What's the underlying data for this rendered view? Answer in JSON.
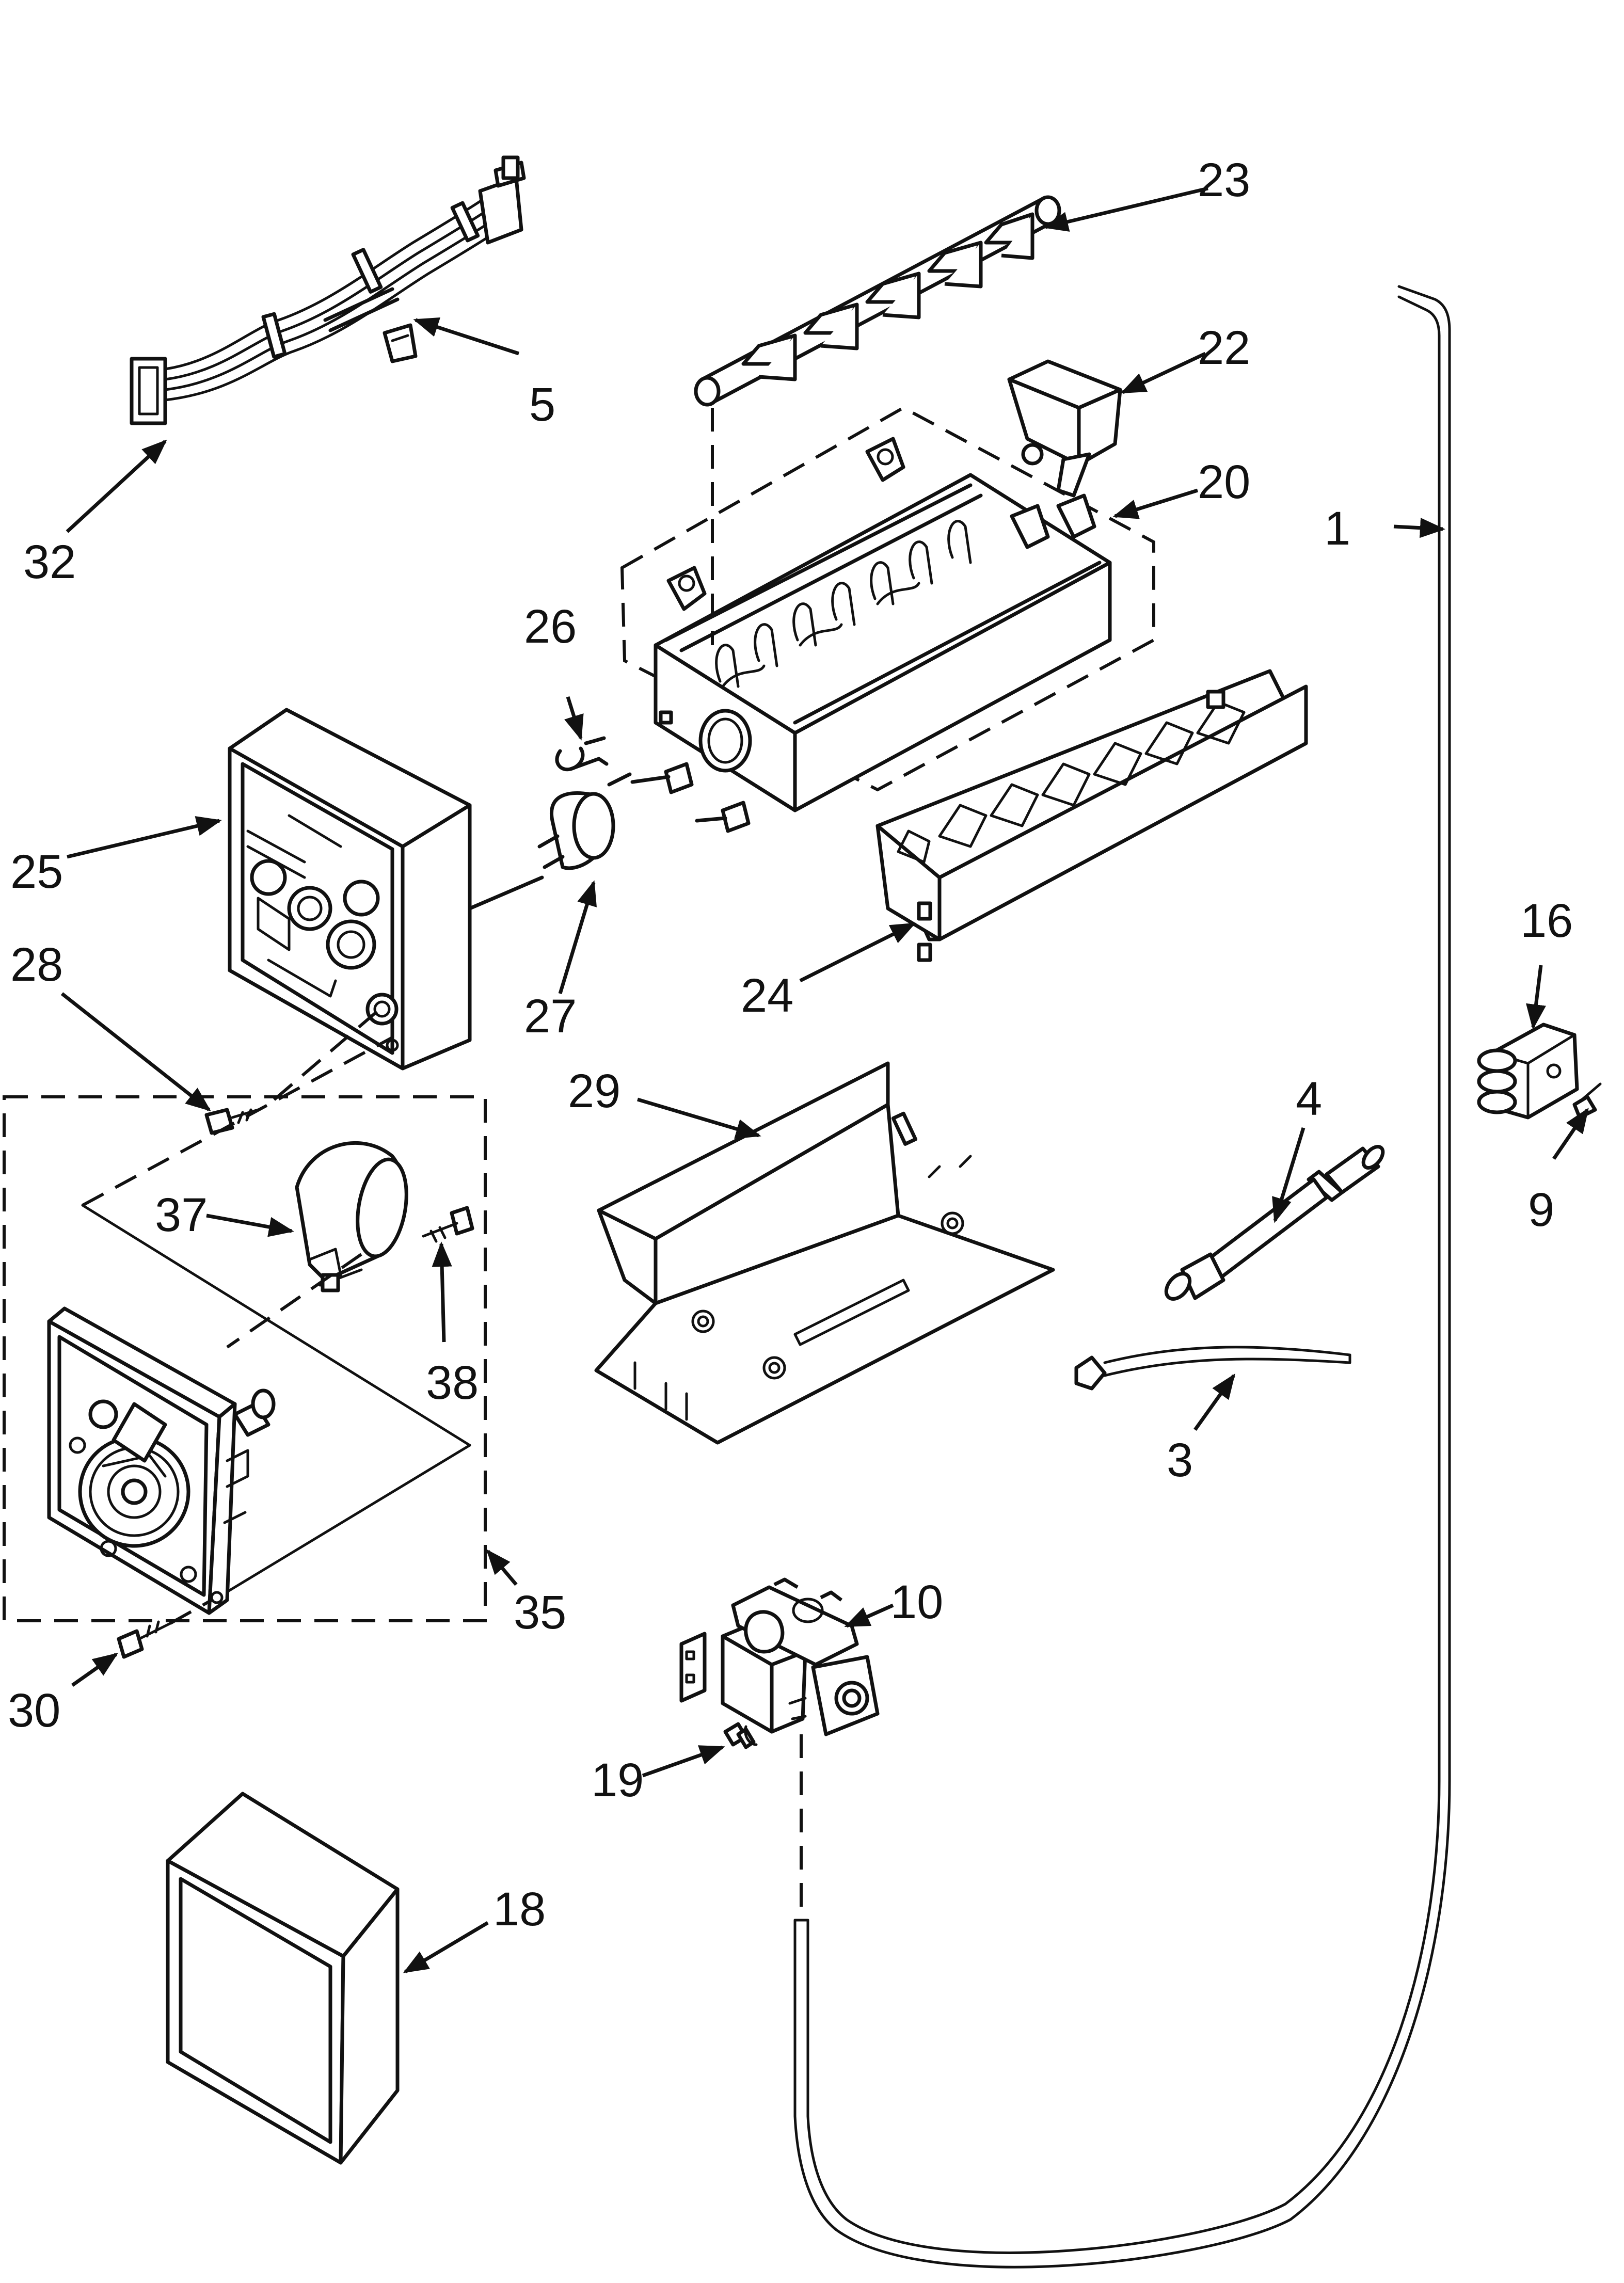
{
  "callouts": {
    "p1": "1",
    "p3": "3",
    "p4": "4",
    "p5": "5",
    "p9": "9",
    "p10": "10",
    "p16": "16",
    "p18": "18",
    "p19": "19",
    "p20": "20",
    "p22": "22",
    "p23": "23",
    "p24": "24",
    "p25": "25",
    "p26": "26",
    "p27": "27",
    "p28": "28",
    "p29": "29",
    "p30": "30",
    "p32": "32",
    "p35": "35",
    "p37": "37",
    "p38": "38"
  },
  "colors": {
    "ink": "#111111",
    "paper": "#ffffff"
  }
}
